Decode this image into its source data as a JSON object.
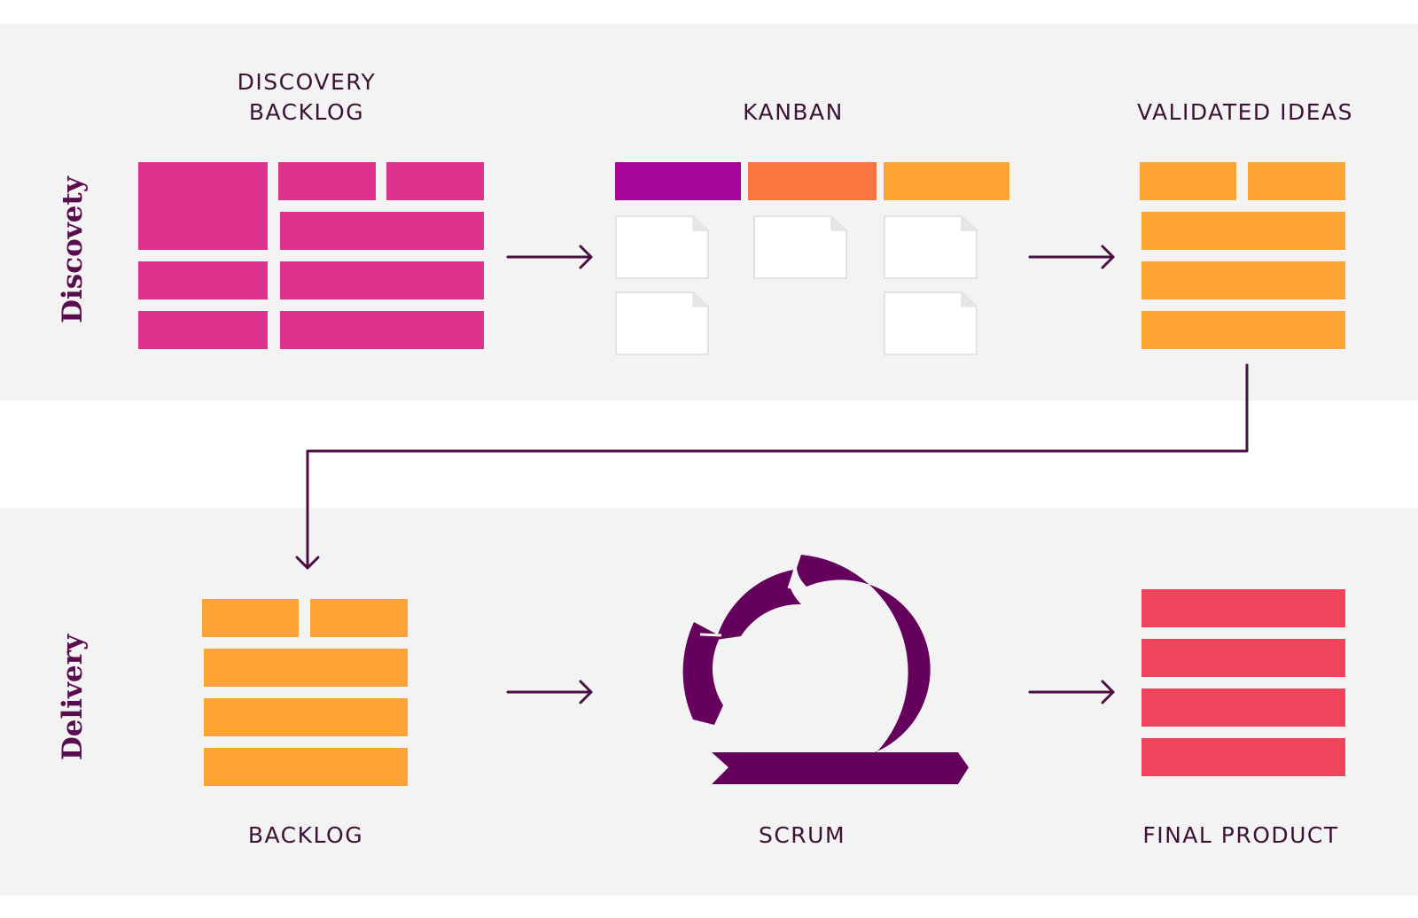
{
  "sections": {
    "discovery_label": "Discovety",
    "delivery_label": "Delivery"
  },
  "stages": {
    "discovery_backlog": "DISCOVERY\nBACKLOG",
    "kanban": "KANBAN",
    "validated_ideas": "VALIDATED IDEAS",
    "backlog": "BACKLOG",
    "scrum": "SCRUM",
    "final_product": "FINAL PRODUCT"
  },
  "colors": {
    "magenta": "#dc318d",
    "orange": "#fda434",
    "coral": "#f0455d",
    "purple": "#a8059b",
    "tangerine": "#f97641",
    "dark_purple": "#65005c",
    "arrow": "#4a0f42",
    "band": "#f3f3f3"
  },
  "icons": {
    "scrum": "scrum-loop-icon",
    "card": "kanban-card-icon"
  }
}
